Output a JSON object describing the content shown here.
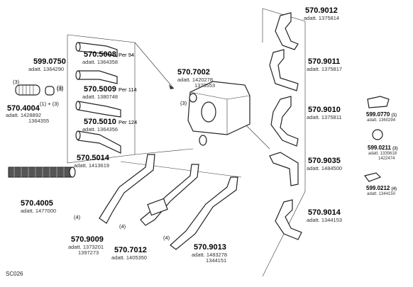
{
  "diagram_code": "SC026",
  "parts": [
    {
      "id": "p5700750",
      "number": "599.0750",
      "adatt": "adatt. 1364290"
    },
    {
      "id": "p5704004",
      "number": "570.4004",
      "adatt": "adatt. 1428892",
      "adatt2": "1364355",
      "qty_a": "(3)",
      "qty_b": "(1) + (3)",
      "qty_c": "(3)"
    },
    {
      "id": "p5705008",
      "number": "570.5008",
      "per": "Per  94",
      "adatt": "adatt. 1364358"
    },
    {
      "id": "p5705009",
      "number": "570.5009",
      "per": "Per  114",
      "adatt": "adatt. 1380748",
      "qty": "(3)"
    },
    {
      "id": "p5705010",
      "number": "570.5010",
      "per": "Per  124",
      "adatt": "adatt. 1364356"
    },
    {
      "id": "p5705014",
      "number": "570.5014",
      "adatt": "adatt. 1413619"
    },
    {
      "id": "p5707002",
      "number": "570.7002",
      "adatt": "adatt. 1420278",
      "adatt2": "1378553",
      "qty": "(3)"
    },
    {
      "id": "p5709012",
      "number": "570.9012",
      "adatt": "adatt. 1375814"
    },
    {
      "id": "p5709011",
      "number": "570.9011",
      "adatt": "adatt. 1375817"
    },
    {
      "id": "p5709010",
      "number": "570.9010",
      "adatt": "adatt. 1375811"
    },
    {
      "id": "p5709035",
      "number": "570.9035",
      "adatt": "adatt. 1484500"
    },
    {
      "id": "p5709014",
      "number": "570.9014",
      "adatt": "adatt. 1344153"
    },
    {
      "id": "p5704005",
      "number": "570.4005",
      "adatt": "adatt. 1477000"
    },
    {
      "id": "p5709009",
      "number": "570.9009",
      "adatt": "adatt. 1373201",
      "adatt2": "1397273",
      "qty": "(4)"
    },
    {
      "id": "p5707012",
      "number": "570.7012",
      "adatt": "adatt. 1405350",
      "qty": "(4)"
    },
    {
      "id": "p5709013",
      "number": "570.9013",
      "adatt": "adatt. 1483278",
      "adatt2": "1344151",
      "qty": "(4)"
    },
    {
      "id": "p5990770",
      "number": "599.0770",
      "qty": "(1)",
      "adatt": "adatt. 1360294"
    },
    {
      "id": "p5990211",
      "number": "599.0211",
      "qty": "(3)",
      "adatt": "adatt. 1335618",
      "adatt2": "1422474"
    },
    {
      "id": "p5990212",
      "number": "599.0212",
      "qty": "(4)",
      "adatt": "adatt. 1344150"
    }
  ]
}
